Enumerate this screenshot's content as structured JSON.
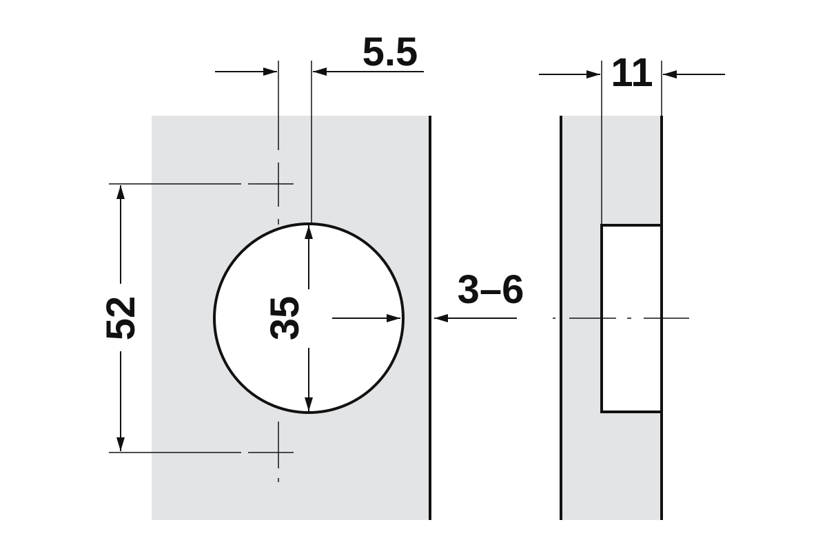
{
  "colors": {
    "background": "#ffffff",
    "panel_fill": "#e3e4e6",
    "line": "#111111"
  },
  "dimensions": {
    "hole_offset": "5.5",
    "cup_depth": "11",
    "screw_spacing": "52",
    "cup_diameter": "35",
    "edge_distance": "3–6"
  }
}
